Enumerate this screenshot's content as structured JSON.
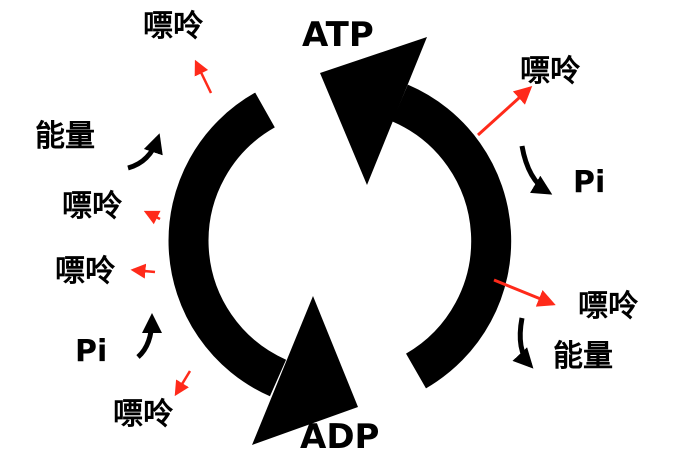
{
  "labels": {
    "atp": "ATP",
    "adp": "ADP",
    "purine_top_left": "嘌呤",
    "purine_top_right": "嘌呤",
    "energy_left": "能量",
    "pi_right": "Pi",
    "purine_left_1": "嘌呤",
    "purine_left_2": "嘌呤",
    "purine_right_lower": "嘌呤",
    "pi_left": "Pi",
    "energy_right": "能量",
    "purine_bottom_left": "嘌呤"
  },
  "colors": {
    "arrow": "#000000",
    "release_arrow": "#ff2a1a"
  }
}
